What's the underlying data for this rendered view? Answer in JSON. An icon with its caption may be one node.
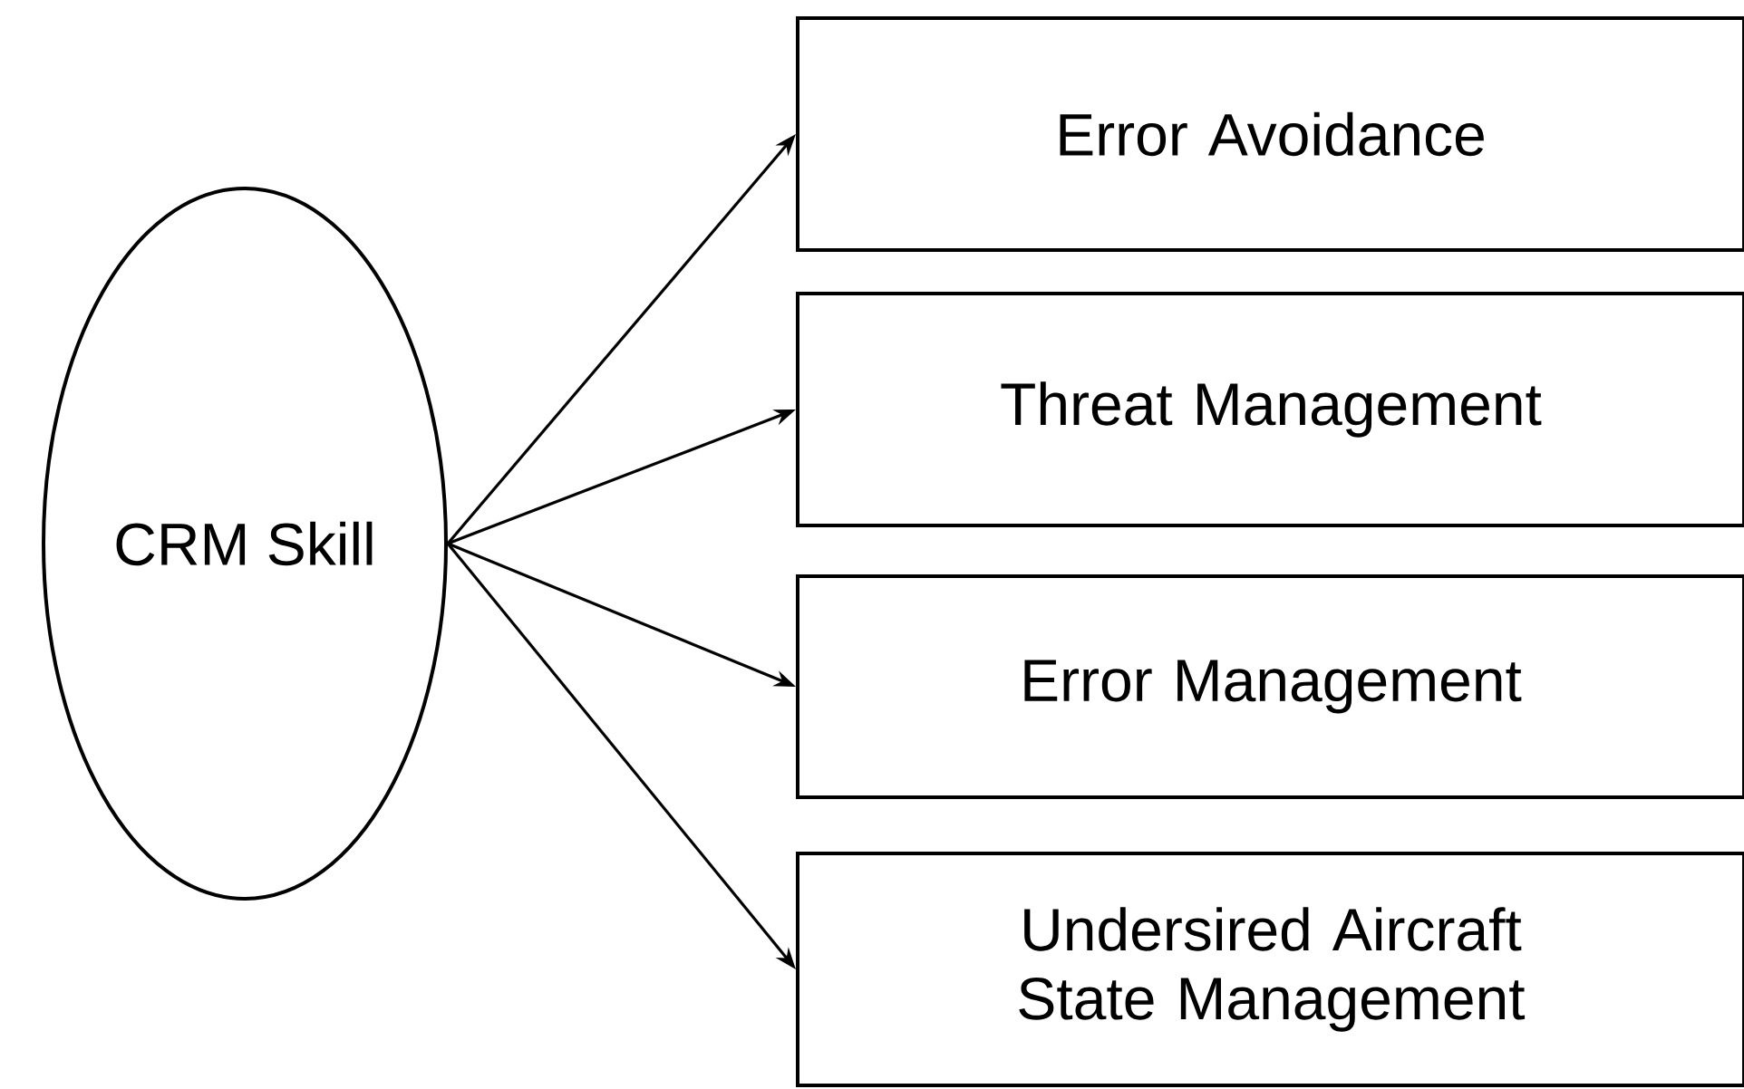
{
  "diagram": {
    "nodes": [
      {
        "text": [
          "CRM Skill"
        ]
      },
      {
        "text": [
          "Error Avoidance"
        ]
      },
      {
        "text": [
          "Threat Management"
        ]
      },
      {
        "text": [
          "Error Management"
        ]
      },
      {
        "text": [
          "Undersired Aircraft State Management"
        ]
      }
    ],
    "edges": [
      {
        "from": 0,
        "to": 1,
        "arrow": "to"
      },
      {
        "from": 0,
        "to": 2,
        "arrow": "to"
      },
      {
        "from": 0,
        "to": 3,
        "arrow": "to"
      },
      {
        "from": 0,
        "to": 4,
        "arrow": "to"
      }
    ]
  }
}
